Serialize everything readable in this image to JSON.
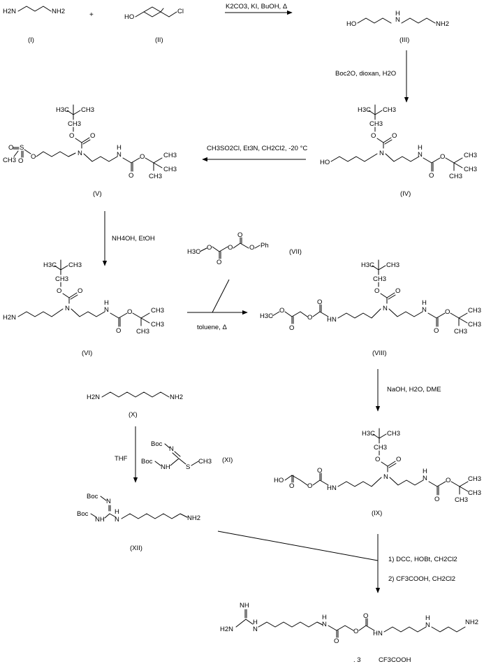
{
  "compound_ids": {
    "I": "(I)",
    "II": "(II)",
    "III": "(III)",
    "IV": "(IV)",
    "V": "(V)",
    "VI": "(VI)",
    "VII": "(VII)",
    "VIII": "(VIII)",
    "IX": "(IX)",
    "X": "(X)",
    "XI": "(XI)",
    "XII": "(XII)"
  },
  "symbols": {
    "plus": "+",
    "salt": ". 3",
    "tfa_salt": "CF3COOH"
  },
  "atoms": {
    "H2N": "H2N",
    "NH2": "NH2",
    "HO": "HO",
    "Cl": "Cl",
    "N": "N",
    "H": "H",
    "O": "O",
    "S": "S",
    "H3C": "H3C",
    "CH3": "CH3",
    "Ph": "Ph",
    "Boc": "Boc",
    "NH": "NH"
  },
  "conditions": {
    "step1": "K2CO3, KI, BuOH, Δ",
    "step2": "Boc2O, dioxan, H2O",
    "step3": "CH3SO2Cl, Et3N, CH2Cl2, -20 °C",
    "step4": "NH4OH, EtOH",
    "step5": "toluene, Δ",
    "step6": "NaOH, H2O, DME",
    "step7": "THF",
    "step8a": "1)  DCC, HOBt, CH2Cl2",
    "step8b": "2)  CF3COOH, CH2Cl2"
  }
}
